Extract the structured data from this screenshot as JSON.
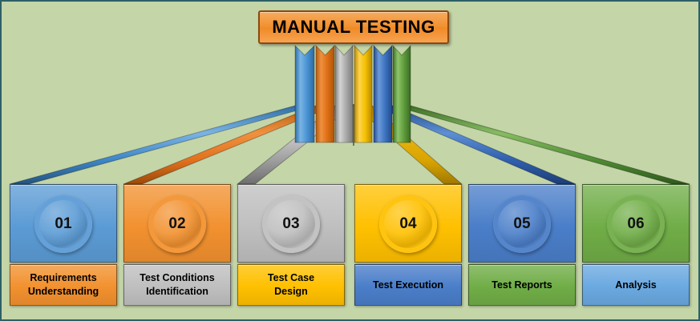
{
  "diagram": {
    "title": "MANUAL TESTING",
    "background_color": "#c4d5a8",
    "border_color": "#2e6066",
    "title_fill": "#f2912f",
    "title_border": "#8a4a10"
  },
  "steps": [
    {
      "number": "01",
      "label_line1": "Requirements",
      "label_line2": "Understanding",
      "body_color": "#5b9bd5",
      "strip_color": "#f2912f",
      "ribbon_color": "#3d85c6",
      "ribbon_shade": "#2f6ea5"
    },
    {
      "number": "02",
      "label_line1": "Test Conditions",
      "label_line2": "Identification",
      "body_color": "#f2912f",
      "strip_color": "#bfbfbf",
      "ribbon_color": "#e2711d",
      "ribbon_shade": "#c25a12"
    },
    {
      "number": "03",
      "label_line1": "Test Case",
      "label_line2": "Design",
      "body_color": "#bfbfbf",
      "strip_color": "#ffc000",
      "ribbon_color": "#a6a6a6",
      "ribbon_shade": "#7f7f7f"
    },
    {
      "number": "04",
      "label_line1": "Test Execution",
      "label_line2": "",
      "body_color": "#ffc000",
      "strip_color": "#4a7ec9",
      "ribbon_color": "#d9a400",
      "ribbon_shade": "#b88a00"
    },
    {
      "number": "05",
      "label_line1": "Test Reports",
      "label_line2": "",
      "body_color": "#4a7ec9",
      "strip_color": "#70ad47",
      "ribbon_color": "#2f5fad",
      "ribbon_shade": "#234a8a"
    },
    {
      "number": "06",
      "label_line1": "Analysis",
      "label_line2": "",
      "body_color": "#70ad47",
      "strip_color": "#6aa9e0",
      "ribbon_color": "#4e8a33",
      "ribbon_shade": "#3c6e26"
    }
  ]
}
